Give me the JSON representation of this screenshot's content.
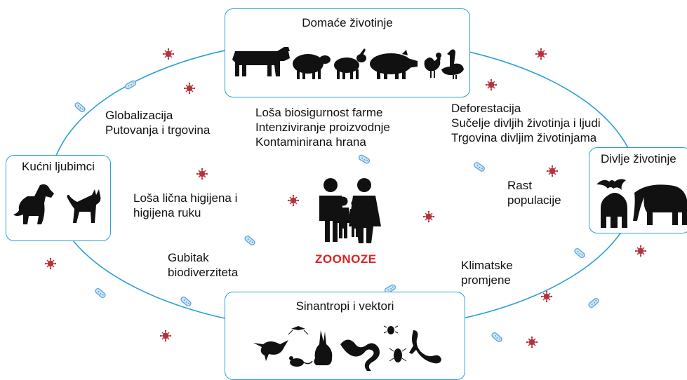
{
  "nodes": {
    "domestic": {
      "title": "Domaće životinje",
      "icons": [
        "cow-icon",
        "sheep-icon",
        "goat-icon",
        "pig-icon",
        "chicken-icon",
        "goose-icon"
      ]
    },
    "pets": {
      "title": "Kućni ljubimci",
      "icons": [
        "dog-icon",
        "cat-icon"
      ]
    },
    "wildlife": {
      "title": "Divlje životinje",
      "icons": [
        "bat-icon",
        "gorilla-icon",
        "elephant-icon"
      ]
    },
    "synanthropes": {
      "title": "Sinantropi i vektori",
      "icons": [
        "bird-icon",
        "mouse-icon",
        "rabbit-icon",
        "snake-icon",
        "mosquito-icon",
        "tick-icon",
        "cockroach-icon",
        "lizard-icon"
      ]
    }
  },
  "center": {
    "label": "ZOONOZE",
    "label_color": "#e02020",
    "icon": "family-icon"
  },
  "factors": {
    "globalization": [
      "Globalizacija",
      "Putovanja i trgovina"
    ],
    "farm": [
      "Loša biosigurnost farme",
      "Intenziviranje proizvodnje",
      "Kontaminirana hrana"
    ],
    "deforestation": [
      "Deforestacija",
      "Sučelje divljih životinja i ljudi",
      "Trgovina divljim životinjama"
    ],
    "hygiene": [
      "Loša lična higijena i",
      "higijena ruku"
    ],
    "population": [
      "Rast",
      "populacije"
    ],
    "biodiversity": [
      "Gubitak",
      "biodiverziteta"
    ],
    "climate": [
      "Klimatske",
      "promjene"
    ]
  },
  "colors": {
    "accent": "#2a9fd6",
    "virus": "#b4323c",
    "bacteria": "#5aa3d8"
  },
  "decorations": {
    "virus_icon": "virus-icon",
    "bacteria_icon": "bacteria-icon"
  }
}
